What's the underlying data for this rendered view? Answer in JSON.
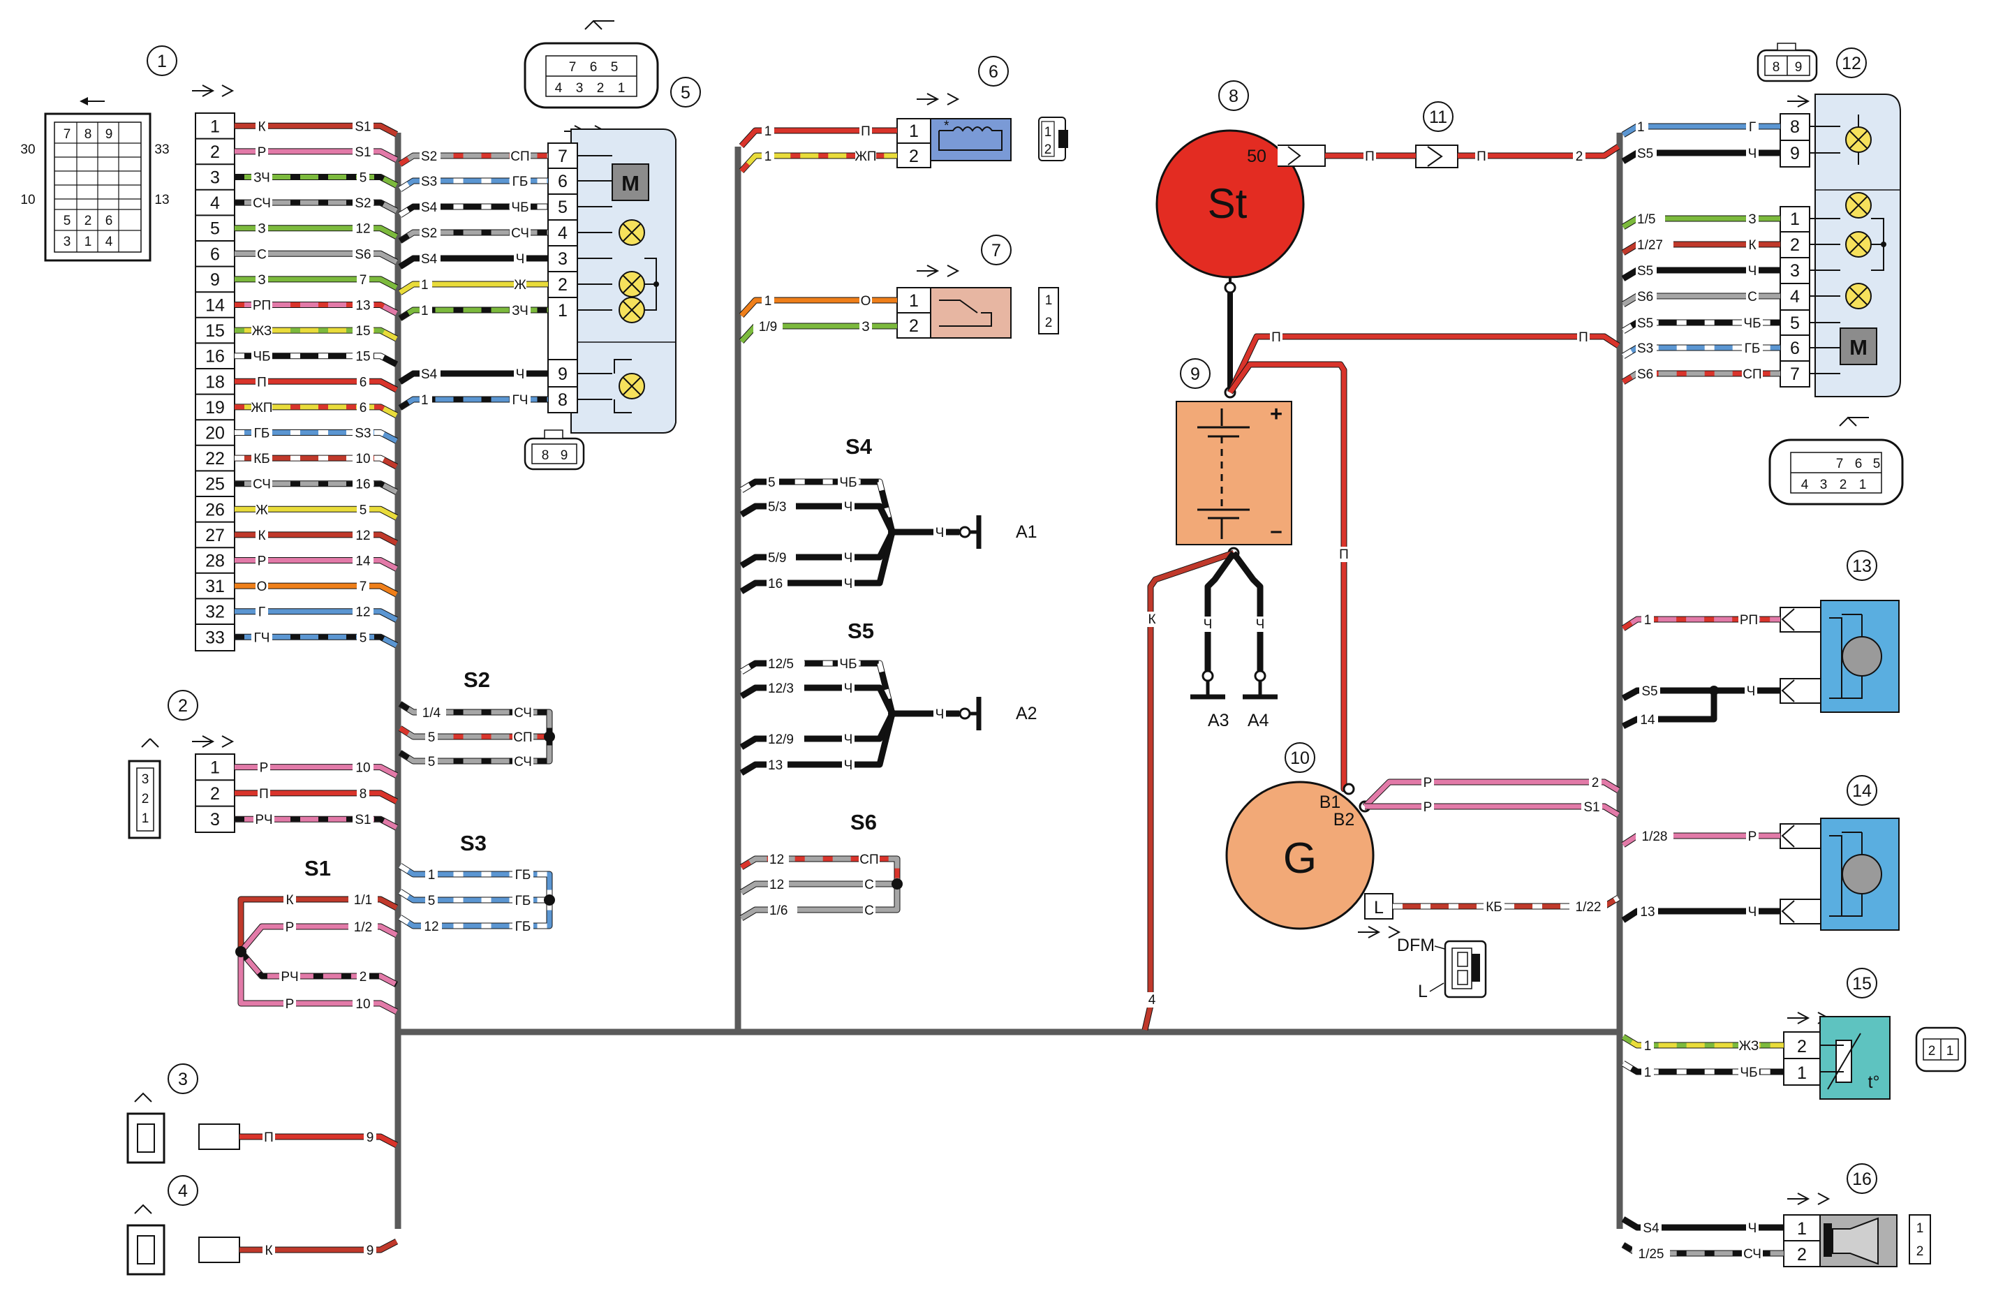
{
  "callouts": [
    "1",
    "2",
    "3",
    "4",
    "5",
    "6",
    "7",
    "8",
    "9",
    "10",
    "11",
    "12",
    "13",
    "14",
    "15",
    "16"
  ],
  "connector1": {
    "pins": [
      "1",
      "2",
      "3",
      "4",
      "5",
      "6",
      "9",
      "14",
      "15",
      "16",
      "18",
      "19",
      "20",
      "22",
      "25",
      "26",
      "27",
      "28",
      "31",
      "32",
      "33"
    ],
    "colors": [
      "К",
      "Р",
      "ЗЧ",
      "СЧ",
      "З",
      "С",
      "З",
      "РП",
      "ЖЗ",
      "ЧБ",
      "П",
      "ЖП",
      "ГБ",
      "КБ",
      "СЧ",
      "Ж",
      "К",
      "Р",
      "О",
      "Г",
      "ГЧ"
    ],
    "ends": [
      "S1",
      "S1",
      "5",
      "S2",
      "12",
      "S6",
      "7",
      "13",
      "15",
      "15",
      "6",
      "6",
      "S3",
      "10",
      "16",
      "5",
      "12",
      "14",
      "7",
      "12",
      "5"
    ],
    "face": [
      "7",
      "8",
      "9",
      "5",
      "2",
      "6",
      "3",
      "1",
      "4"
    ],
    "face_edges": [
      "30",
      "33",
      "10",
      "13"
    ]
  },
  "connector2": {
    "pins": [
      "1",
      "2",
      "3"
    ],
    "colors": [
      "Р",
      "П",
      "РЧ"
    ],
    "ends": [
      "10",
      "8",
      "S1"
    ],
    "face": [
      "3",
      "2",
      "1"
    ]
  },
  "connector5": {
    "face_top": [
      "7",
      "6",
      "5"
    ],
    "face_bottom": [
      "4",
      "3",
      "2",
      "1"
    ],
    "face_small": [
      "8",
      "9"
    ],
    "pins": [
      "7",
      "6",
      "5",
      "4",
      "3",
      "2",
      "1",
      "9",
      "8"
    ],
    "left": [
      "S2",
      "S3",
      "S4",
      "S2",
      "S4",
      "1",
      "1",
      "S4",
      "1"
    ],
    "colors": [
      "СП",
      "ГБ",
      "ЧБ",
      "СЧ",
      "Ч",
      "Ж",
      "ЗЧ",
      "Ч",
      "ГЧ"
    ],
    "motor": "M"
  },
  "connector6": {
    "pins": [
      "1",
      "2"
    ],
    "left": [
      "1",
      "1"
    ],
    "colors": [
      "П",
      "ЖП"
    ],
    "face": [
      "1",
      "2"
    ]
  },
  "connector7": {
    "pins": [
      "1",
      "2"
    ],
    "left": [
      "1",
      "1/9"
    ],
    "colors": [
      "О",
      "З"
    ],
    "face": [
      "1",
      "2"
    ]
  },
  "splice_s1": {
    "name": "S1",
    "colors": [
      "К",
      "Р",
      "РЧ",
      "Р"
    ],
    "ends": [
      "1/1",
      "1/2",
      "2",
      "10"
    ]
  },
  "splice_s2": {
    "name": "S2",
    "ends": [
      "1/4",
      "5",
      "5"
    ],
    "colors": [
      "СЧ",
      "СП",
      "СЧ"
    ]
  },
  "splice_s3": {
    "name": "S3",
    "ends": [
      "1",
      "5",
      "12"
    ],
    "colors": [
      "ГБ",
      "ГБ",
      "ГБ"
    ]
  },
  "splice_s4": {
    "name": "S4",
    "ends": [
      "5",
      "5/3",
      "5/9",
      "16"
    ],
    "colors": [
      "ЧБ",
      "Ч",
      "Ч",
      "Ч"
    ],
    "out_color": "Ч",
    "ground": "A1"
  },
  "splice_s5": {
    "name": "S5",
    "ends": [
      "12/5",
      "12/3",
      "12/9",
      "13"
    ],
    "colors": [
      "ЧБ",
      "Ч",
      "Ч",
      "Ч"
    ],
    "out_color": "Ч",
    "ground": "A2"
  },
  "splice_s6": {
    "name": "S6",
    "ends": [
      "12",
      "12",
      "1/6"
    ],
    "colors": [
      "СП",
      "С",
      "С"
    ]
  },
  "connector3": {
    "color": "П",
    "end": "9"
  },
  "connector4": {
    "color": "К",
    "end": "9"
  },
  "starter": {
    "label": "St",
    "terminal": "50",
    "wire_color": "П",
    "wire_color2": "П",
    "end": "2"
  },
  "battery": {
    "plus": "+",
    "minus": "–",
    "wire_plus": "П",
    "wire_plus2": "П",
    "wire_k": "К",
    "wire_k_end": "4",
    "gnd_colors": [
      "Ч",
      "Ч"
    ],
    "grounds": [
      "A3",
      "A4"
    ]
  },
  "generator": {
    "label": "G",
    "terms": [
      "B1",
      "B2",
      "L"
    ],
    "colors": [
      "Р",
      "Р",
      "КБ"
    ],
    "ends": [
      "2",
      "S1",
      "1/22"
    ],
    "dfm": "DFM",
    "l": "L"
  },
  "connector12": {
    "face_small": [
      "8",
      "9"
    ],
    "face_top": [
      "7",
      "6",
      "5"
    ],
    "face_bottom": [
      "4",
      "3",
      "2",
      "1"
    ],
    "pins": [
      "8",
      "9",
      "1",
      "2",
      "3",
      "4",
      "5",
      "6",
      "7"
    ],
    "left": [
      "1",
      "S5",
      "1/5",
      "1/27",
      "S5",
      "S6",
      "S5",
      "S3",
      "S6"
    ],
    "colors": [
      "Г",
      "Ч",
      "З",
      "К",
      "Ч",
      "С",
      "ЧБ",
      "ГБ",
      "СП"
    ],
    "motor": "M"
  },
  "connector13": {
    "left": [
      "1",
      "S5",
      "14"
    ],
    "colors": [
      "РП",
      "Ч"
    ]
  },
  "connector14": {
    "left": [
      "1/28",
      "13"
    ],
    "colors": [
      "Р",
      "Ч"
    ]
  },
  "connector15": {
    "pins": [
      "2",
      "1"
    ],
    "left": [
      "1",
      "1"
    ],
    "colors": [
      "ЖЗ",
      "ЧБ"
    ],
    "face": [
      "2",
      "1"
    ],
    "sensor": "t°"
  },
  "connector16": {
    "pins": [
      "1",
      "2"
    ],
    "left": [
      "S4",
      "1/25"
    ],
    "colors": [
      "Ч",
      "СЧ"
    ],
    "face": [
      "1",
      "2"
    ]
  },
  "wire_colors": {
    "К": "#c0392b",
    "Р": "#e27aa8",
    "З": "#7cba3d",
    "С": "#a6a6a6",
    "Ч": "#111111",
    "Б": "#ffffff",
    "П": "#d9342b",
    "Ж": "#e9dc3b",
    "Г": "#5b96d2",
    "О": "#ef7f1a"
  }
}
